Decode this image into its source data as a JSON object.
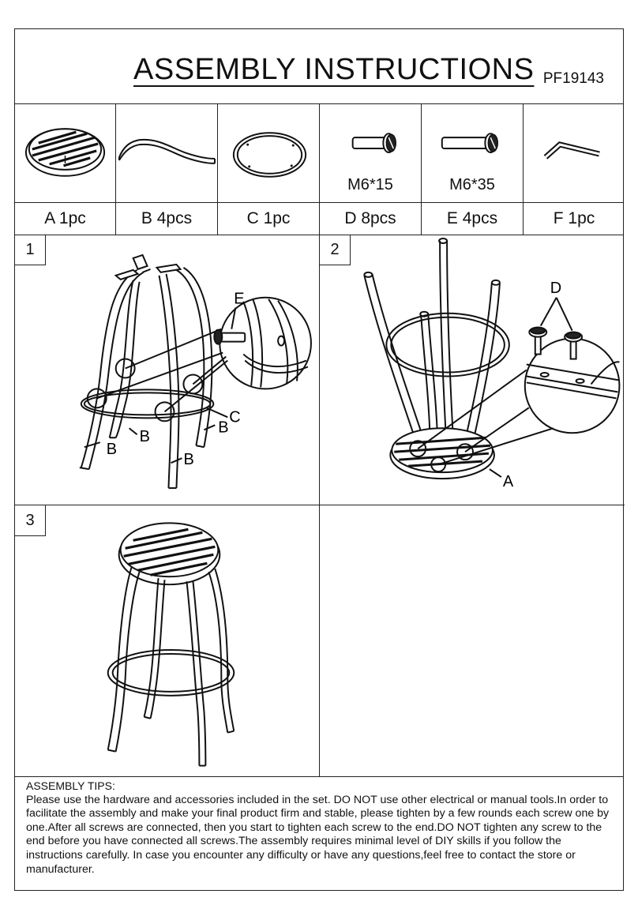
{
  "header": {
    "title": "ASSEMBLY INSTRUCTIONS",
    "code": "PF19143"
  },
  "parts": [
    {
      "letter": "A",
      "qty": "A 1pc",
      "spec": "",
      "icon": "seat-icon"
    },
    {
      "letter": "B",
      "qty": "B 4pcs",
      "spec": "",
      "icon": "leg-icon"
    },
    {
      "letter": "C",
      "qty": "C 1pc",
      "spec": "",
      "icon": "ring-icon"
    },
    {
      "letter": "D",
      "qty": "D 8pcs",
      "spec": "M6*15",
      "icon": "bolt-short-icon"
    },
    {
      "letter": "E",
      "qty": "E 4pcs",
      "spec": "M6*35",
      "icon": "bolt-long-icon"
    },
    {
      "letter": "F",
      "qty": "F 1pc",
      "spec": "",
      "icon": "allen-key-icon"
    }
  ],
  "steps": [
    {
      "number": "1",
      "callouts": {
        "e": "E",
        "c": "C",
        "b": "B"
      }
    },
    {
      "number": "2",
      "callouts": {
        "d": "D",
        "a": "A"
      }
    },
    {
      "number": "3"
    }
  ],
  "tips": {
    "title": "ASSEMBLY TIPS:",
    "text": "Please use the hardware and accessories included in the set. DO NOT use other electrical or manual tools.In order to facilitate the assembly and make your final product firm and stable, please tighten by a few rounds each screw one by one.After all screws are connected, then you start to tighten each screw to the end.DO NOT tighten any screw to the end before you have connected all screws.The assembly requires minimal level of DIY skills if you follow the instructions carefully. In case you encounter any difficulty or have any questions,feel free to contact the store or manufacturer."
  }
}
